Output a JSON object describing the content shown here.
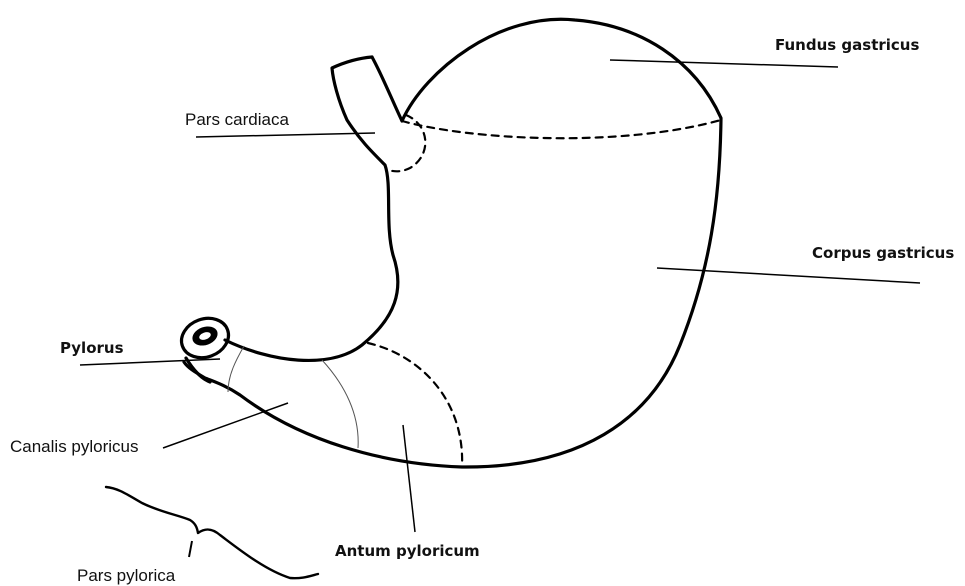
{
  "labels": {
    "fundus": "Fundus gastricus",
    "pars_cardiaca": "Pars cardiaca",
    "corpus": "Corpus gastricus",
    "pylorus": "Pylorus",
    "canalis": "Canalis pyloricus",
    "antrum": "Antum pyloricum",
    "pars_pylorica": "Pars pylorica"
  }
}
